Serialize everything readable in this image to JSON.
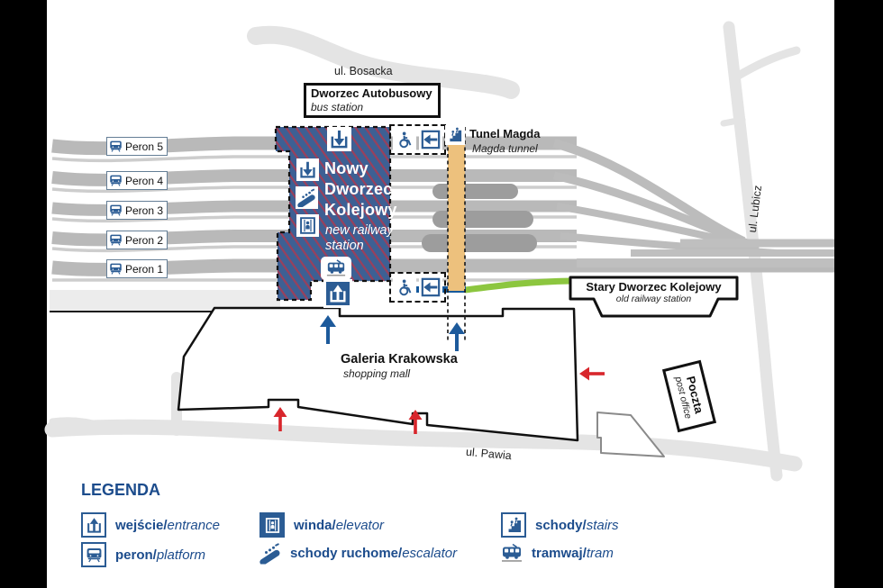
{
  "map": {
    "streets": {
      "bosacka": "ul. Bosacka",
      "lubicz": "ul. Lubicz",
      "pawia": "ul. Pawia"
    },
    "bus_station": {
      "name": "Dworzec Autobusowy",
      "subtitle": "bus station"
    },
    "new_station": {
      "lines": [
        "Nowy",
        "Dworzec",
        "Kolejowy"
      ],
      "subtitle_lines": [
        "new railway",
        "station"
      ]
    },
    "tunnel": {
      "name": "Tunel Magda",
      "subtitle": "Magda tunnel"
    },
    "old_station": {
      "name": "Stary Dworzec Kolejowy",
      "subtitle": "old railway station"
    },
    "mall": {
      "name": "Galeria Krakowska",
      "subtitle": "shopping mall"
    },
    "post_office": {
      "name": "Poczta",
      "subtitle": "post office"
    },
    "platforms": [
      {
        "label": "Peron 5"
      },
      {
        "label": "Peron 4"
      },
      {
        "label": "Peron 3"
      },
      {
        "label": "Peron 2"
      },
      {
        "label": "Peron 1"
      }
    ]
  },
  "legend": {
    "title": "LEGENDA",
    "separator": "/",
    "items": [
      {
        "pl": "wejście",
        "en": "entrance",
        "icon": "entrance-icon"
      },
      {
        "pl": "peron",
        "en": "platform",
        "icon": "train-icon"
      },
      {
        "pl": "winda",
        "en": "elevator",
        "icon": "elevator-icon"
      },
      {
        "pl": "schody ruchome",
        "en": "escalator",
        "icon": "escalator-icon"
      },
      {
        "pl": "schody",
        "en": "stairs",
        "icon": "stairs-icon"
      },
      {
        "pl": "tramwaj",
        "en": "tram",
        "icon": "tram-icon"
      }
    ]
  },
  "colors": {
    "station_blue": "#3d6094",
    "hatch_red": "#99405c",
    "tunnel_orange": "#edc17d",
    "tram_green": "#8cc63f",
    "arrow_red": "#d8262c",
    "arrow_blue": "#1d5a9b",
    "legend_navy": "#1c4c8c",
    "track_gray": "#b9b9b9",
    "road_gray": "#e4e4e4"
  }
}
